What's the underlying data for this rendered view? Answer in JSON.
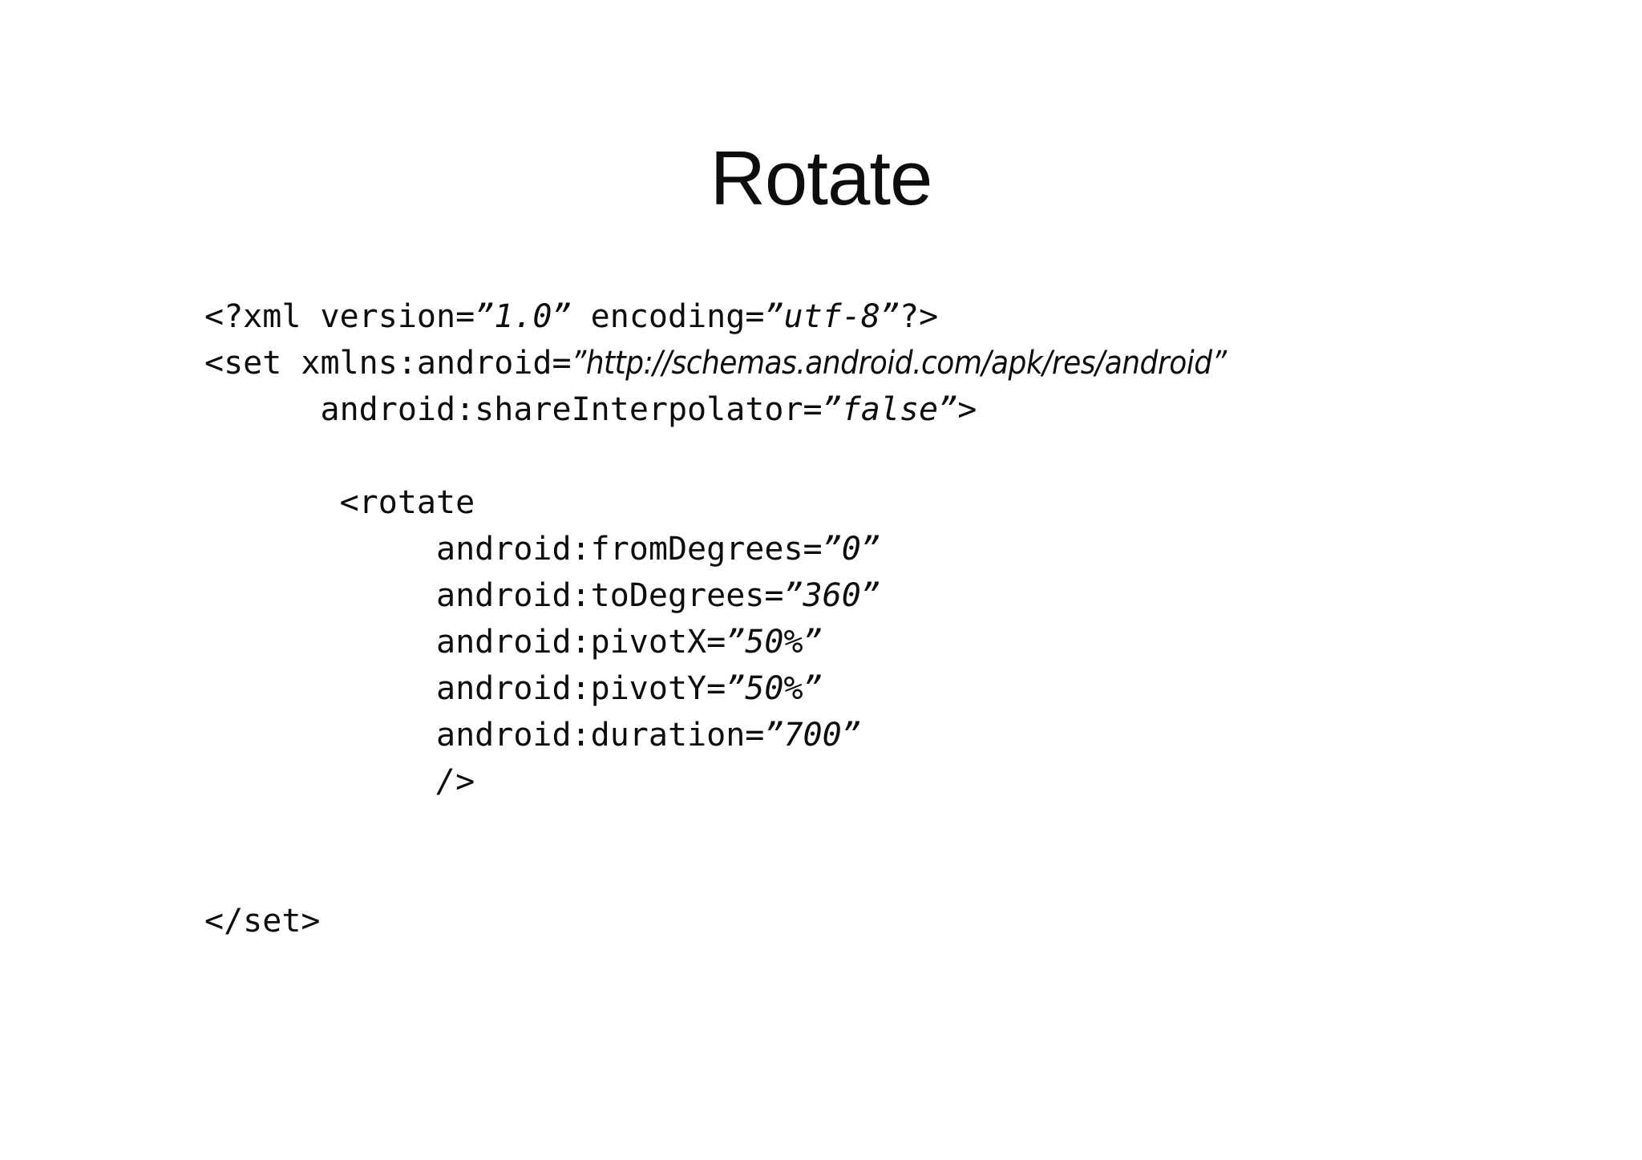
{
  "slide": {
    "title": "Rotate",
    "background_color": "#ffffff",
    "text_color": "#0d0d0d"
  },
  "code": {
    "language": "xml",
    "lines": [
      {
        "id": "line-xml-decl",
        "indent": 0,
        "segments": [
          {
            "kind": "tag",
            "text": "<?xml version="
          },
          {
            "kind": "value",
            "text": "”1.0”"
          },
          {
            "kind": "tag",
            "text": " "
          },
          {
            "kind": "tag",
            "text": "encoding="
          },
          {
            "kind": "value",
            "text": "”utf-8”"
          },
          {
            "kind": "tag",
            "text": "?>"
          }
        ]
      },
      {
        "id": "line-set-open",
        "indent": 0,
        "segments": [
          {
            "kind": "tag",
            "text": "<set xmlns:android="
          },
          {
            "kind": "value-prop",
            "text": "”http://schemas.android.com/apk/res/android”"
          }
        ]
      },
      {
        "id": "line-share-interpolator",
        "indent": 6,
        "segments": [
          {
            "kind": "tag",
            "text": "android:shareInterpolator="
          },
          {
            "kind": "value",
            "text": "”false”>"
          }
        ]
      },
      {
        "id": "line-blank-1",
        "indent": 0,
        "segments": []
      },
      {
        "id": "line-rotate-open",
        "indent": 7,
        "segments": [
          {
            "kind": "tag",
            "text": "<rotate"
          }
        ]
      },
      {
        "id": "line-from-degrees",
        "indent": 12,
        "segments": [
          {
            "kind": "tag",
            "text": "android:fromDegrees="
          },
          {
            "kind": "value",
            "text": "”0”"
          }
        ]
      },
      {
        "id": "line-to-degrees",
        "indent": 12,
        "segments": [
          {
            "kind": "tag",
            "text": "android:toDegrees="
          },
          {
            "kind": "value",
            "text": "”360”"
          }
        ]
      },
      {
        "id": "line-pivot-x",
        "indent": 12,
        "segments": [
          {
            "kind": "tag",
            "text": "android:pivotX="
          },
          {
            "kind": "value",
            "text": "”50%”"
          }
        ]
      },
      {
        "id": "line-pivot-y",
        "indent": 12,
        "segments": [
          {
            "kind": "tag",
            "text": "android:pivotY="
          },
          {
            "kind": "value",
            "text": "”50%”"
          }
        ]
      },
      {
        "id": "line-duration",
        "indent": 12,
        "segments": [
          {
            "kind": "tag",
            "text": "android:duration="
          },
          {
            "kind": "value",
            "text": "”700”"
          }
        ]
      },
      {
        "id": "line-rotate-close",
        "indent": 12,
        "segments": [
          {
            "kind": "value",
            "text": "/>"
          }
        ]
      },
      {
        "id": "line-blank-2",
        "indent": 0,
        "segments": []
      },
      {
        "id": "line-blank-3",
        "indent": 0,
        "segments": []
      },
      {
        "id": "line-set-close",
        "indent": 0,
        "segments": [
          {
            "kind": "tag",
            "text": "</set>"
          }
        ]
      }
    ]
  }
}
